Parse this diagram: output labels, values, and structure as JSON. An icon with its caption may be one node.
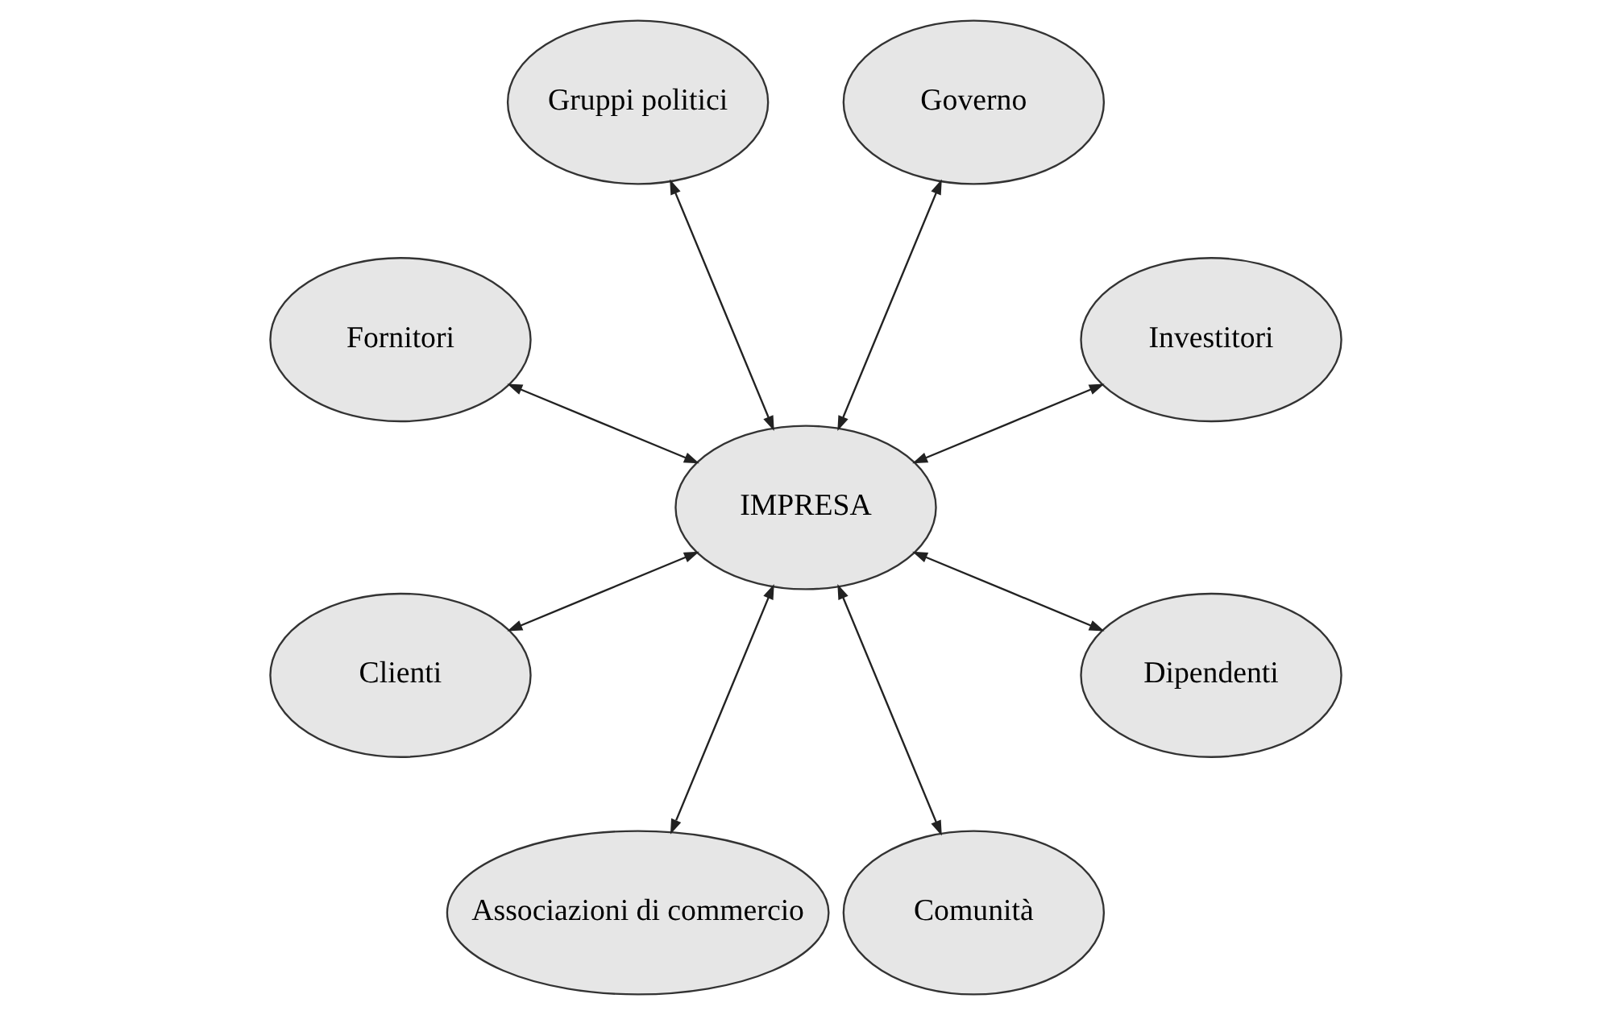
{
  "diagram": {
    "nodes": [
      {
        "text": [
          "Investitori"
        ]
      },
      {
        "text": [
          "Governo"
        ]
      },
      {
        "text": [
          "Gruppi politici"
        ]
      },
      {
        "text": [
          "Fornitori"
        ]
      },
      {
        "text": [
          "IMPRESA"
        ]
      },
      {
        "text": [
          "Clienti"
        ]
      },
      {
        "text": [
          "Associazioni di commercio"
        ]
      },
      {
        "text": [
          "Comunità"
        ]
      },
      {
        "text": [
          "Dipendenti"
        ]
      }
    ],
    "edges": [
      {
        "from": 4,
        "to": 0,
        "arrow": "both"
      },
      {
        "from": 4,
        "to": 2,
        "arrow": "both"
      },
      {
        "from": 4,
        "to": 5,
        "arrow": "both"
      },
      {
        "from": 4,
        "to": 7,
        "arrow": "both"
      },
      {
        "from": 4,
        "to": 8,
        "arrow": "both"
      },
      {
        "from": 4,
        "to": 6,
        "arrow": "both"
      },
      {
        "from": 4,
        "to": 3,
        "arrow": "both"
      },
      {
        "from": 4,
        "to": 1,
        "arrow": "both"
      }
    ]
  }
}
